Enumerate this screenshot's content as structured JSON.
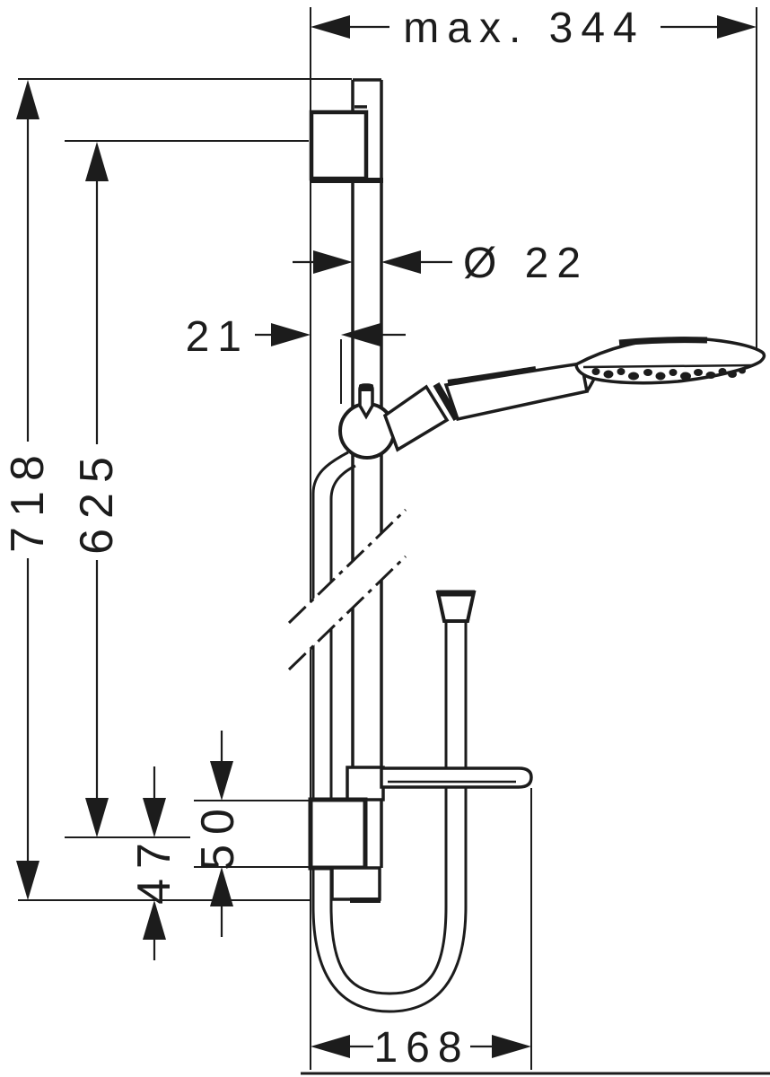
{
  "drawing": {
    "background": "#ffffff",
    "line_color": "#1c1c1c",
    "subject": "shower-rail-set-technical-drawing",
    "labels": {
      "max_width": "max. 344",
      "rail_diameter": "Ø 22",
      "rail_offset": "21",
      "height_total": "718",
      "height_bracket_to_slider": "625",
      "bottom_offset": "47",
      "slider_height": "50",
      "hose_loop_width": "168"
    }
  }
}
